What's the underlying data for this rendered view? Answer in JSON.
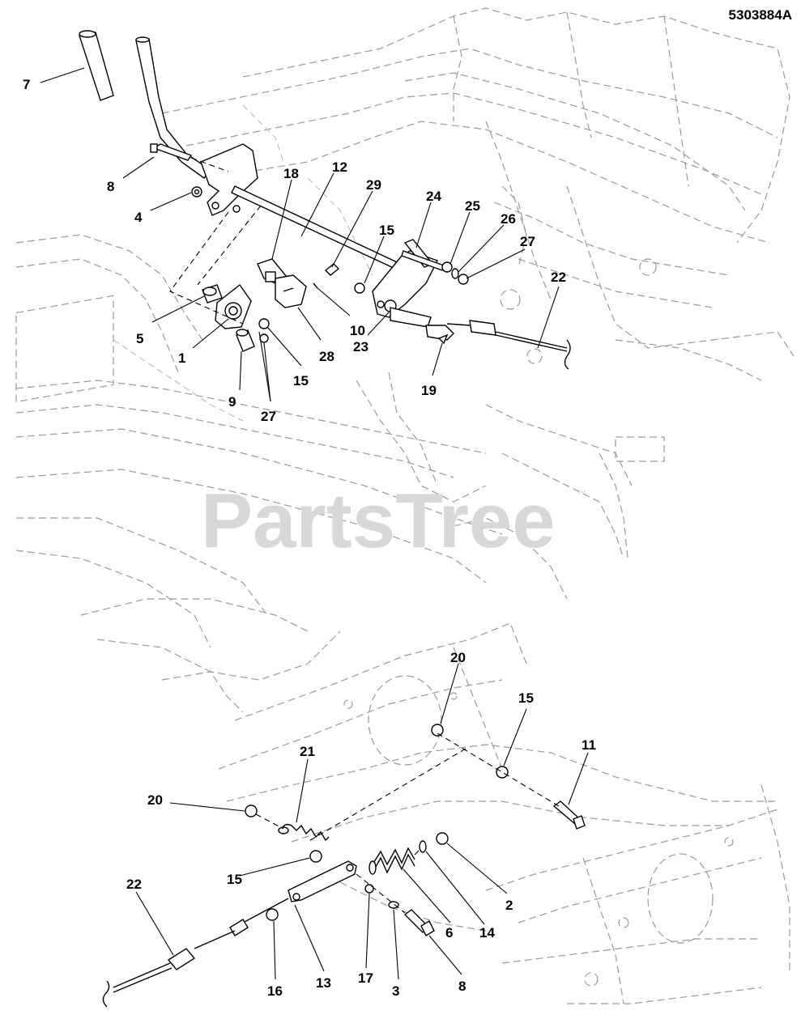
{
  "document_number": "5303884A",
  "watermark": {
    "text": "PartsTree",
    "trademark": "™"
  },
  "callouts": [
    {
      "id": "c7a",
      "label": "7"
    },
    {
      "id": "c8a",
      "label": "8"
    },
    {
      "id": "c4",
      "label": "4"
    },
    {
      "id": "c18",
      "label": "18"
    },
    {
      "id": "c12",
      "label": "12"
    },
    {
      "id": "c29",
      "label": "29"
    },
    {
      "id": "c24",
      "label": "24"
    },
    {
      "id": "c25",
      "label": "25"
    },
    {
      "id": "c26",
      "label": "26"
    },
    {
      "id": "c27a",
      "label": "27"
    },
    {
      "id": "c15a",
      "label": "15"
    },
    {
      "id": "c22a",
      "label": "22"
    },
    {
      "id": "c5",
      "label": "5"
    },
    {
      "id": "c1",
      "label": "1"
    },
    {
      "id": "c15b",
      "label": "15"
    },
    {
      "id": "c28",
      "label": "28"
    },
    {
      "id": "c10",
      "label": "10"
    },
    {
      "id": "c23",
      "label": "23"
    },
    {
      "id": "c9",
      "label": "9"
    },
    {
      "id": "c27b",
      "label": "27"
    },
    {
      "id": "c19",
      "label": "19"
    },
    {
      "id": "c20a",
      "label": "20"
    },
    {
      "id": "c15c",
      "label": "15"
    },
    {
      "id": "c11",
      "label": "11"
    },
    {
      "id": "c21",
      "label": "21"
    },
    {
      "id": "c20b",
      "label": "20"
    },
    {
      "id": "c22b",
      "label": "22"
    },
    {
      "id": "c15d",
      "label": "15"
    },
    {
      "id": "c2",
      "label": "2"
    },
    {
      "id": "c6",
      "label": "6"
    },
    {
      "id": "c14",
      "label": "14"
    },
    {
      "id": "c16",
      "label": "16"
    },
    {
      "id": "c13",
      "label": "13"
    },
    {
      "id": "c17",
      "label": "17"
    },
    {
      "id": "c3",
      "label": "3"
    },
    {
      "id": "c8b",
      "label": "8"
    }
  ]
}
